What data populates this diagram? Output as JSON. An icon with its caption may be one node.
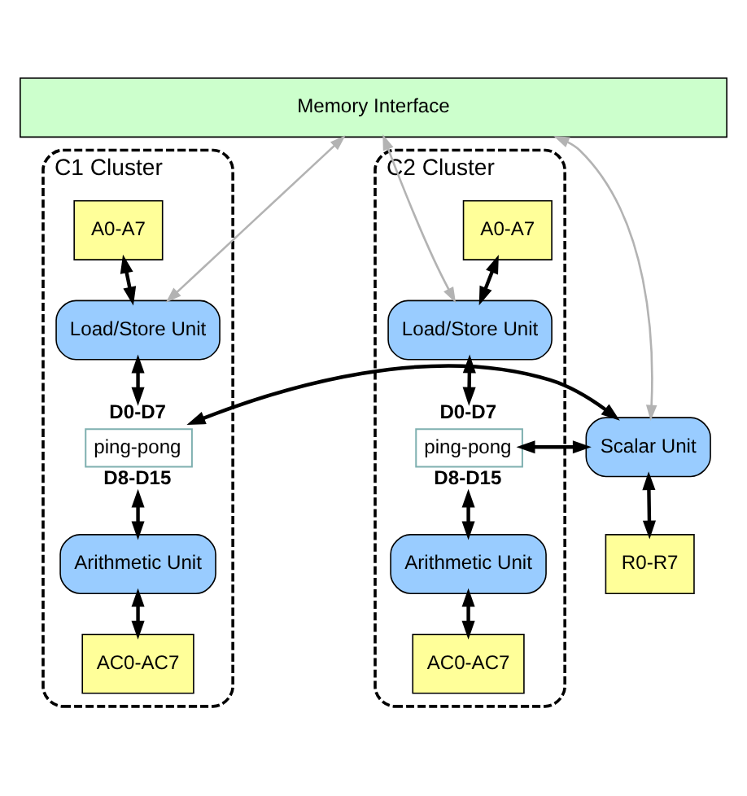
{
  "diagram": {
    "nodes": [
      {
        "text": [
          "Memory Interface"
        ]
      },
      {
        "text": [
          "C1 Cluster"
        ]
      },
      {
        "text": [
          "A0-A7"
        ],
        "in": 1
      },
      {
        "text": [
          "Load/Store Unit"
        ],
        "in": 1
      },
      {
        "text": [
          "ping-pong"
        ],
        "beside": [
          "D0-D7",
          "D8-D15"
        ],
        "in": 1
      },
      {
        "text": [
          "Arithmetic Unit"
        ],
        "in": 1
      },
      {
        "text": [
          "AC0-AC7"
        ],
        "in": 1
      },
      {
        "text": [
          "Scalar Unit"
        ]
      },
      {
        "text": [
          "R0-R7"
        ]
      },
      {
        "text": [
          "C2 Cluster"
        ]
      },
      {
        "text": [
          "A0-A7"
        ],
        "in": 9
      },
      {
        "text": [
          "Load/Store Unit"
        ],
        "in": 9
      },
      {
        "text": [
          "ping-pong"
        ],
        "beside": [
          "D0-D7",
          "D8-D15"
        ],
        "in": 9
      },
      {
        "text": [
          "Arithmetic Unit"
        ],
        "in": 9
      },
      {
        "text": [
          "AC0-AC7"
        ],
        "in": 9
      }
    ],
    "edges": [
      {
        "from": 0,
        "to": 3,
        "arrow": "both",
        "color": "#b3b3b3"
      },
      {
        "from": 0,
        "to": 7,
        "arrow": "both",
        "color": "#b3b3b3"
      },
      {
        "from": 0,
        "to": 11,
        "arrow": "both",
        "color": "#b3b3b3"
      },
      {
        "from": 2,
        "to": 3,
        "arrow": "both"
      },
      {
        "from": 3,
        "to": 4,
        "arrow": "both"
      },
      {
        "from": 4,
        "to": 5,
        "arrow": "both"
      },
      {
        "from": 5,
        "to": 6,
        "arrow": "both"
      },
      {
        "from": 4,
        "to": 7,
        "arrow": "both"
      },
      {
        "from": 7,
        "to": 12,
        "arrow": "both"
      },
      {
        "from": 7,
        "to": 8,
        "arrow": "both"
      },
      {
        "from": 10,
        "to": 11,
        "arrow": "both"
      },
      {
        "from": 11,
        "to": 12,
        "arrow": "both"
      },
      {
        "from": 12,
        "to": 13,
        "arrow": "both"
      },
      {
        "from": 13,
        "to": 14,
        "arrow": "both"
      }
    ]
  }
}
